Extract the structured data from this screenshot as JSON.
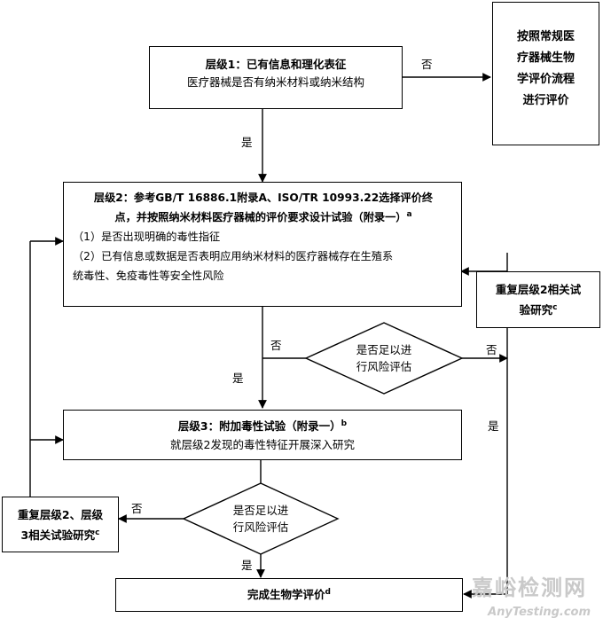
{
  "level1": {
    "title": "层级1：已有信息和理化表征",
    "text": "医疗器械是否有纳米材料或纳米结构"
  },
  "routine": {
    "line1": "按照常规医",
    "line2": "疗器械生物",
    "line3": "学评价流程",
    "line4": "进行评价"
  },
  "level2": {
    "title_line1": "层级2：参考GB/T 16886.1附录A、ISO/TR 10993.22选择评价终",
    "title_line2": "点，并按照纳米材料医疗器械的评价要求设计试验（附录一）",
    "title_sup": "a",
    "item1": "（1）是否出现明确的毒性指征",
    "item2_line1": "（2）已有信息或数据是否表明应用纳米材料的医疗器械存在生殖系",
    "item2_line2": "统毒性、免疫毒性等安全性风险"
  },
  "repeat2": {
    "line1": "重复层级2相关试",
    "line2": "验研究",
    "sup": "c"
  },
  "decision1": {
    "line1": "是否足以进",
    "line2": "行风险评估"
  },
  "level3": {
    "title": "层级3：附加毒性试验（附录一）",
    "title_sup": "b",
    "text": "就层级2发现的毒性特征开展深入研究"
  },
  "repeat23": {
    "line1": "重复层级2、层级",
    "line2": "3相关试验研究",
    "sup": "c"
  },
  "decision2": {
    "line1": "是否足以进",
    "line2": "行风险评估"
  },
  "final": {
    "text": "完成生物学评价",
    "sup": "d"
  },
  "labels": {
    "no_l1": "否",
    "yes_l1": "是",
    "no_d1_left": "否",
    "no_d1_right": "否",
    "yes_d1": "是",
    "yes_right": "是",
    "no_d2": "否",
    "yes_d2": "是"
  },
  "watermark": {
    "cn": "嘉峪检测网",
    "en": "AnyTesting.com"
  }
}
